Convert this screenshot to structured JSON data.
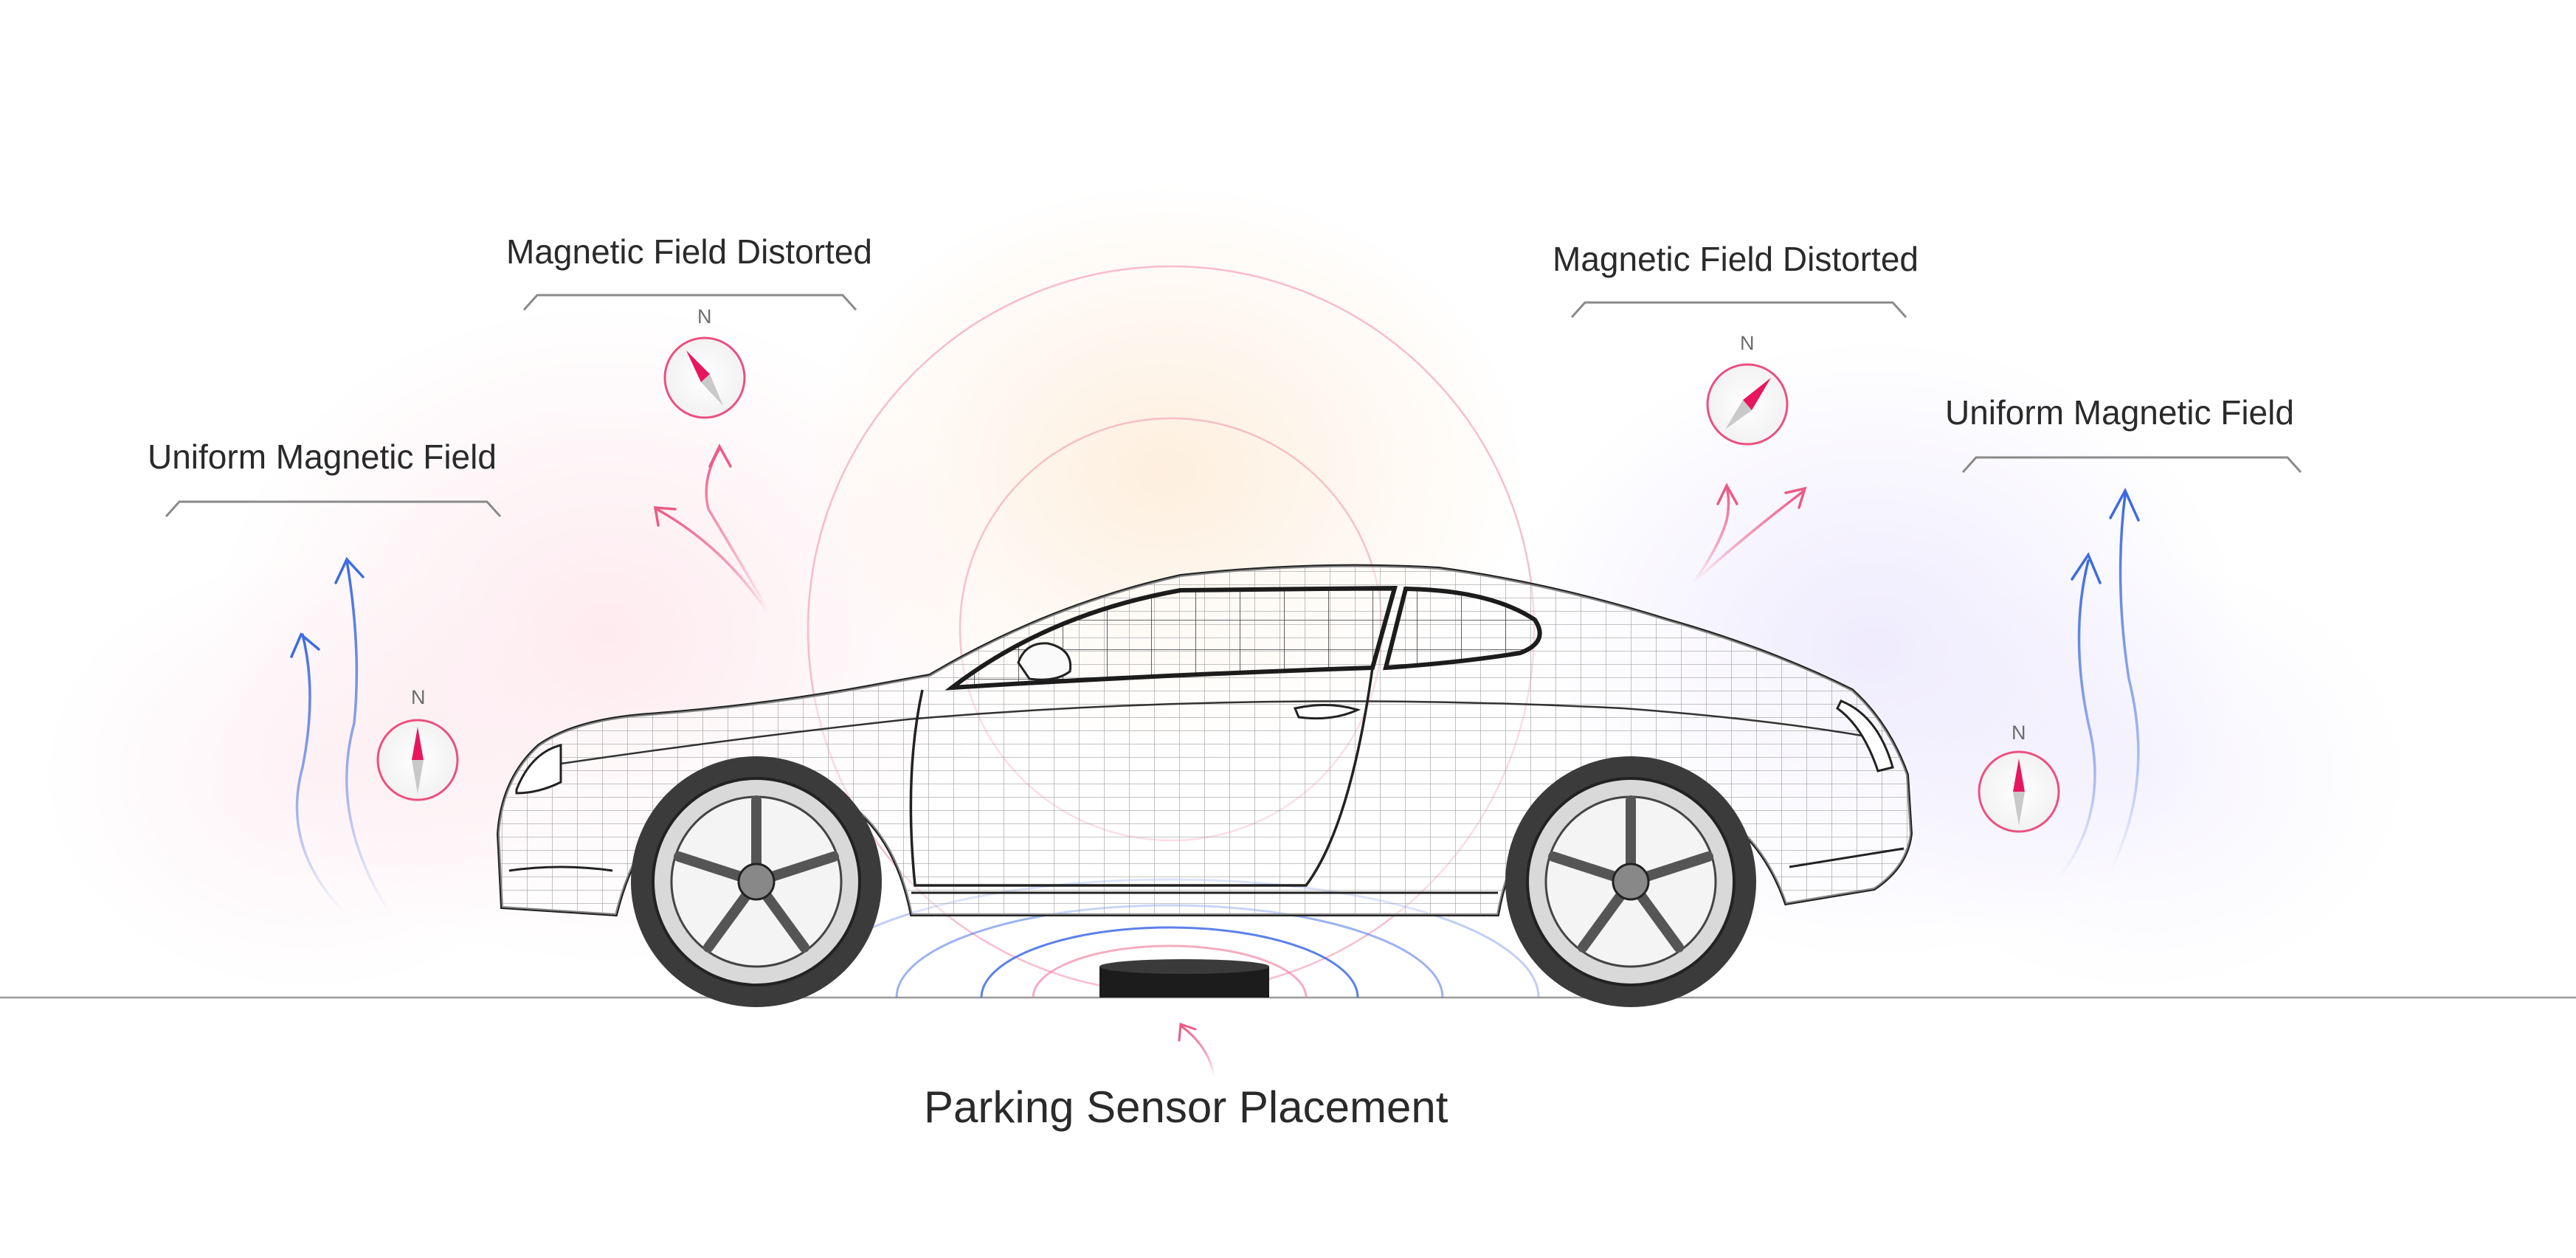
{
  "labels": {
    "left_outer": "Uniform Magnetic Field",
    "left_inner": "Magnetic Field Distorted",
    "right_inner": "Magnetic Field Distorted",
    "right_outer": "Uniform Magnetic Field",
    "caption": "Parking Sensor Placement"
  },
  "compasses": [
    {
      "name": "compass-uniform-left",
      "north_label": "N",
      "field": "uniform"
    },
    {
      "name": "compass-distorted-left",
      "north_label": "N",
      "field": "distorted"
    },
    {
      "name": "compass-distorted-right",
      "north_label": "N",
      "field": "distorted"
    },
    {
      "name": "compass-uniform-right",
      "north_label": "N",
      "field": "uniform"
    }
  ],
  "colors": {
    "uniform_arrows": "#3d6be0",
    "distorted_arrows": "#ec5a86",
    "compass_ring": "#ec4f80",
    "needle_north": "#e8175d",
    "field_rings": "#f08aa5",
    "sensor_rings": "#4a73e6",
    "text": "#2a2a2a"
  },
  "icons": [
    "compass-icon",
    "parking-sensor-icon",
    "car-wireframe-icon"
  ]
}
